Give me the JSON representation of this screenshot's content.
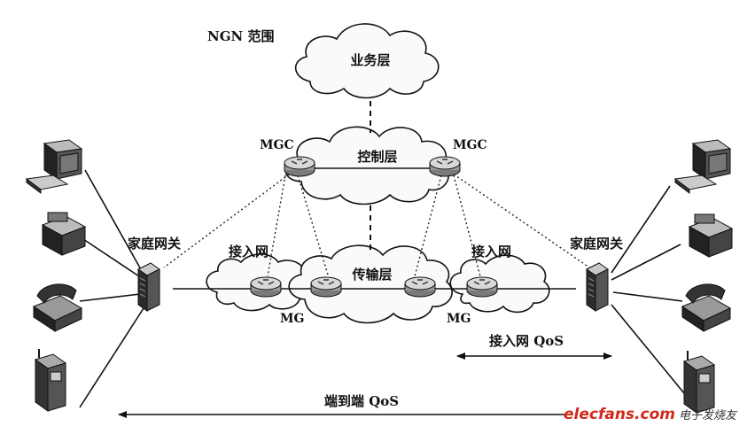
{
  "labels": {
    "ngn_scope": "NGN 范围",
    "service_layer": "业务层",
    "control_layer": "控制层",
    "transport_layer": "传输层",
    "mgc_left": "MGC",
    "mgc_right": "MGC",
    "access_net_left": "接入网",
    "access_net_right": "接入网",
    "mg_left": "MG",
    "mg_right": "MG",
    "home_gw_left": "家庭网关",
    "home_gw_right": "家庭网关",
    "access_qos": "接入网 QoS",
    "e2e_qos": "端到端 QoS"
  },
  "watermark": {
    "brand": "elecfans.com",
    "brand_cn": "电子发烧友",
    "color": "#d1281b"
  },
  "devices": [
    "computer-icon",
    "fax-icon",
    "telephone-icon",
    "mobile-phone-icon"
  ]
}
